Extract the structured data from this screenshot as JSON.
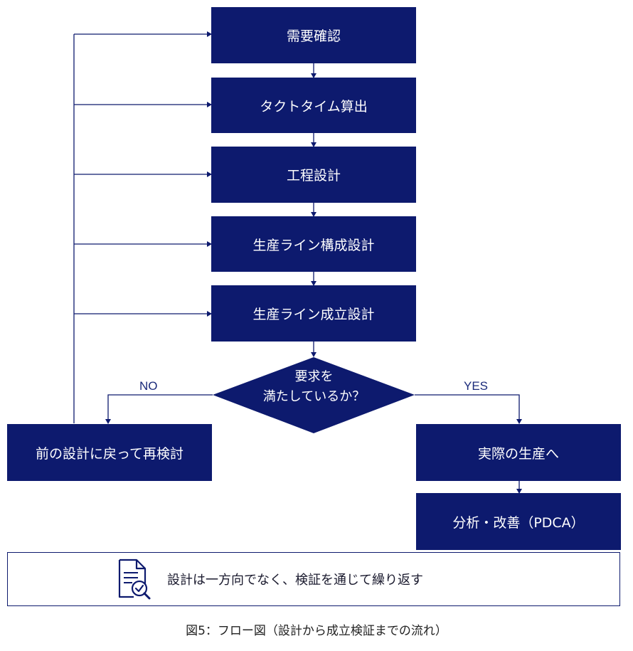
{
  "steps": {
    "demand_check": "需要確認",
    "takt_time": "タクトタイム算出",
    "process_design": "工程設計",
    "line_config": "生産ライン構成設計",
    "line_feasibility": "生産ライン成立設計"
  },
  "decision": {
    "line1": "要求を",
    "line2": "満たしているか？",
    "no_label": "NO",
    "yes_label": "YES"
  },
  "no_branch": {
    "label": "前の設計に戻って再検討"
  },
  "yes_branch": {
    "production": "実際の生産へ",
    "analysis": "分析・改善（PDCA）"
  },
  "note": {
    "text": "設計は一方向でなく、検証を通じて繰り返す",
    "icon": "document-search-icon"
  },
  "caption": "図5：フロー図（設計から成立検証までの流れ）",
  "colors": {
    "box_fill": "#0d1a6e",
    "line": "#0d1a6e",
    "text_on_box": "#ffffff"
  }
}
